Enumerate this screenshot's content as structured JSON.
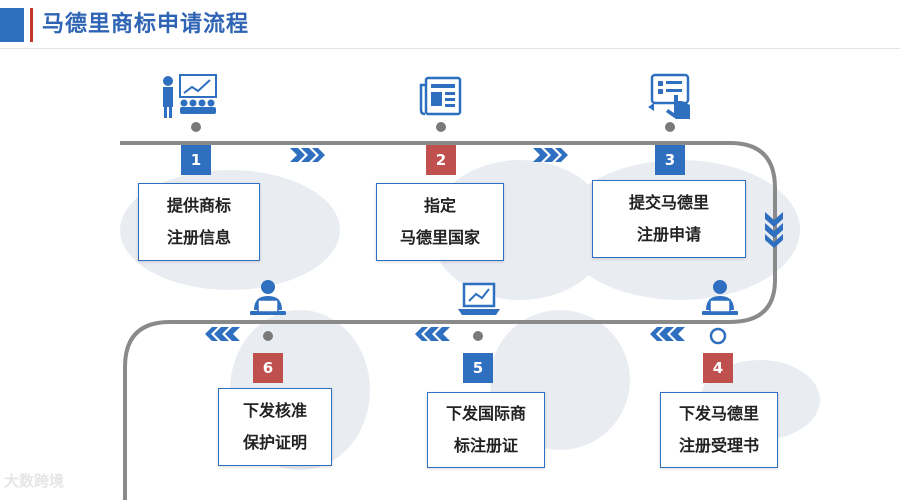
{
  "title": "马德里商标申请流程",
  "steps": [
    {
      "num": "1",
      "line1": "提供商标",
      "line2": "注册信息",
      "color": "#2f6fbf",
      "icon": "presentation-audience-icon"
    },
    {
      "num": "2",
      "line1": "指定",
      "line2": "马德里国家",
      "color": "#c0504d",
      "icon": "newspaper-icon"
    },
    {
      "num": "3",
      "line1": "提交马德里",
      "line2": "注册申请",
      "color": "#2f6fbf",
      "icon": "touch-screen-icon"
    },
    {
      "num": "4",
      "line1": "下发马德里",
      "line2": "注册受理书",
      "color": "#c0504d",
      "icon": "user-at-laptop-icon"
    },
    {
      "num": "5",
      "line1": "下发国际商",
      "line2": "标注册证",
      "color": "#2f6fbf",
      "icon": "laptop-chart-icon"
    },
    {
      "num": "6",
      "line1": "下发核准",
      "line2": "保护证明",
      "color": "#c0504d",
      "icon": "user-at-laptop-icon"
    }
  ],
  "watermark": "大数跨境",
  "colors": {
    "primary": "#2f6fbf",
    "accent": "#c0504d",
    "line": "#888888"
  }
}
